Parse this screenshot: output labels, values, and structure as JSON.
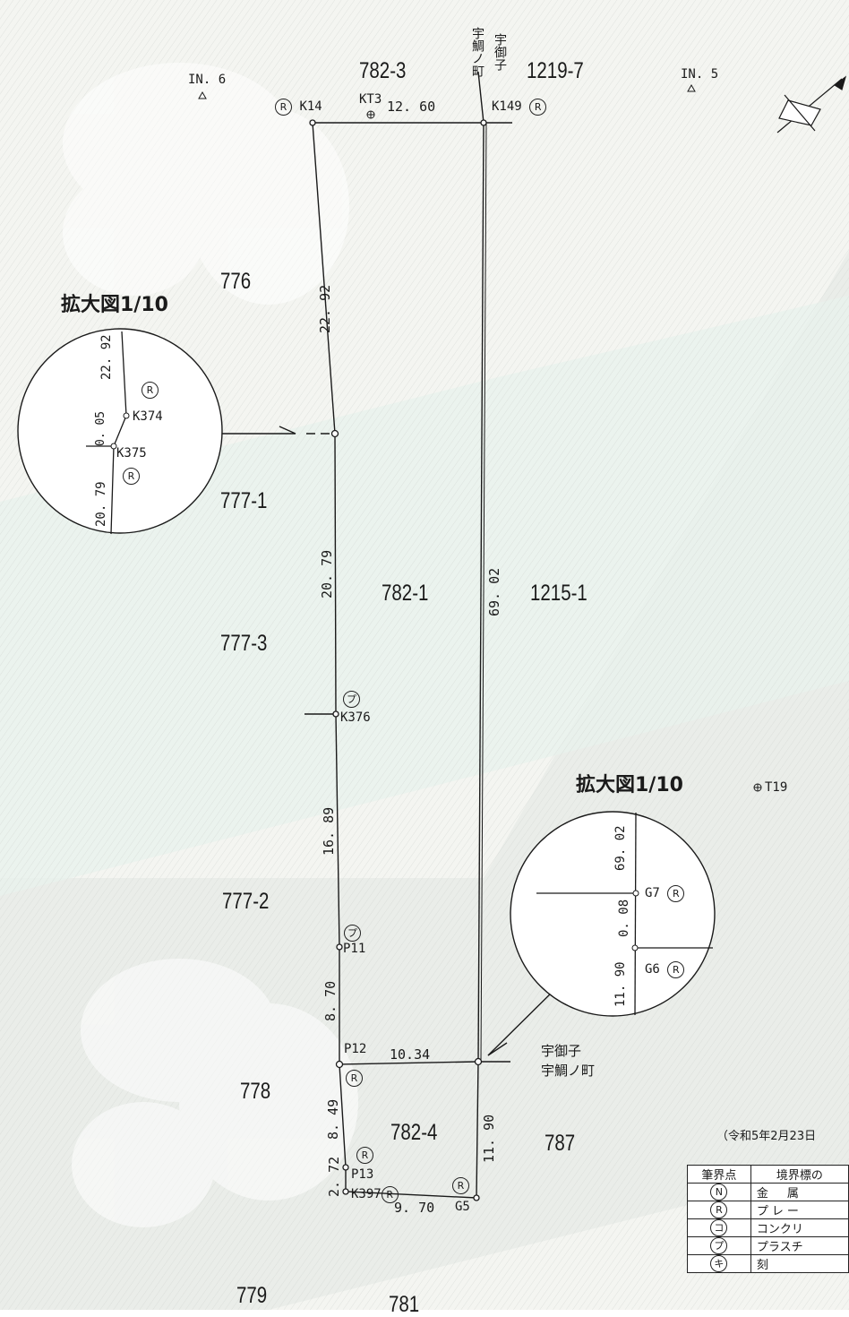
{
  "parcels": {
    "p782_3": "782-3",
    "p1219_7": "1219-7",
    "p776": "776",
    "p777_1": "777-1",
    "p782_1": "782-1",
    "p1215_1": "1215-1",
    "p777_3": "777-3",
    "p777_2": "777-2",
    "p778": "778",
    "p782_4": "782-4",
    "p787": "787",
    "p779": "779",
    "p781": "781"
  },
  "points": {
    "in6": "IN. 6",
    "in5": "IN. 5",
    "k14": "K14",
    "kt3": "KT3",
    "k149": "K149",
    "k374": "K374",
    "k375": "K375",
    "k376": "K376",
    "p11": "P11",
    "p12": "P12",
    "p13": "P13",
    "k397": "K397",
    "g5": "G5",
    "g7": "G7",
    "g6": "G6",
    "t19": "T19"
  },
  "distances": {
    "top": "12. 60",
    "left1": "22. 92",
    "left2": "20. 79",
    "left3": "16. 89",
    "left4": "8. 70",
    "left5": "8. 49",
    "left6": "2. 72",
    "right_long": "69. 02",
    "mid": "10.34",
    "right_short": "11. 90",
    "bottom": "9. 70",
    "inset1_a": "22. 92",
    "inset1_b": "0. 05",
    "inset1_c": "20. 79",
    "inset2_a": "69. 02",
    "inset2_b": "0. 08",
    "inset2_c": "11. 90"
  },
  "place_names": {
    "top_v1": "宇鯛ノ町",
    "top_v2": "宇御子",
    "mid_1": "宇御子",
    "mid_2": "宇鯛ノ町"
  },
  "insets": {
    "title1": "拡大図1/10",
    "title2": "拡大図1/10"
  },
  "marks": {
    "r": "R",
    "pu": "プ",
    "n": "N",
    "ko": "コ",
    "ki": "キ"
  },
  "note": "（令和5年2月23日",
  "legend": {
    "headers": [
      "筆界点",
      "境界標の"
    ],
    "rows": [
      {
        "symbol": "N",
        "name": "金　属"
      },
      {
        "symbol": "R",
        "name": "プレー"
      },
      {
        "symbol": "コ",
        "name": "コンクリ"
      },
      {
        "symbol": "プ",
        "name": "プラスチ"
      },
      {
        "symbol": "キ",
        "name": "刻"
      }
    ]
  },
  "colors": {
    "ink": "#1a1a1a",
    "paper_light": "#f6f7f3",
    "paper_band": "#e2ece6",
    "paper_right": "#e6e6e3"
  }
}
